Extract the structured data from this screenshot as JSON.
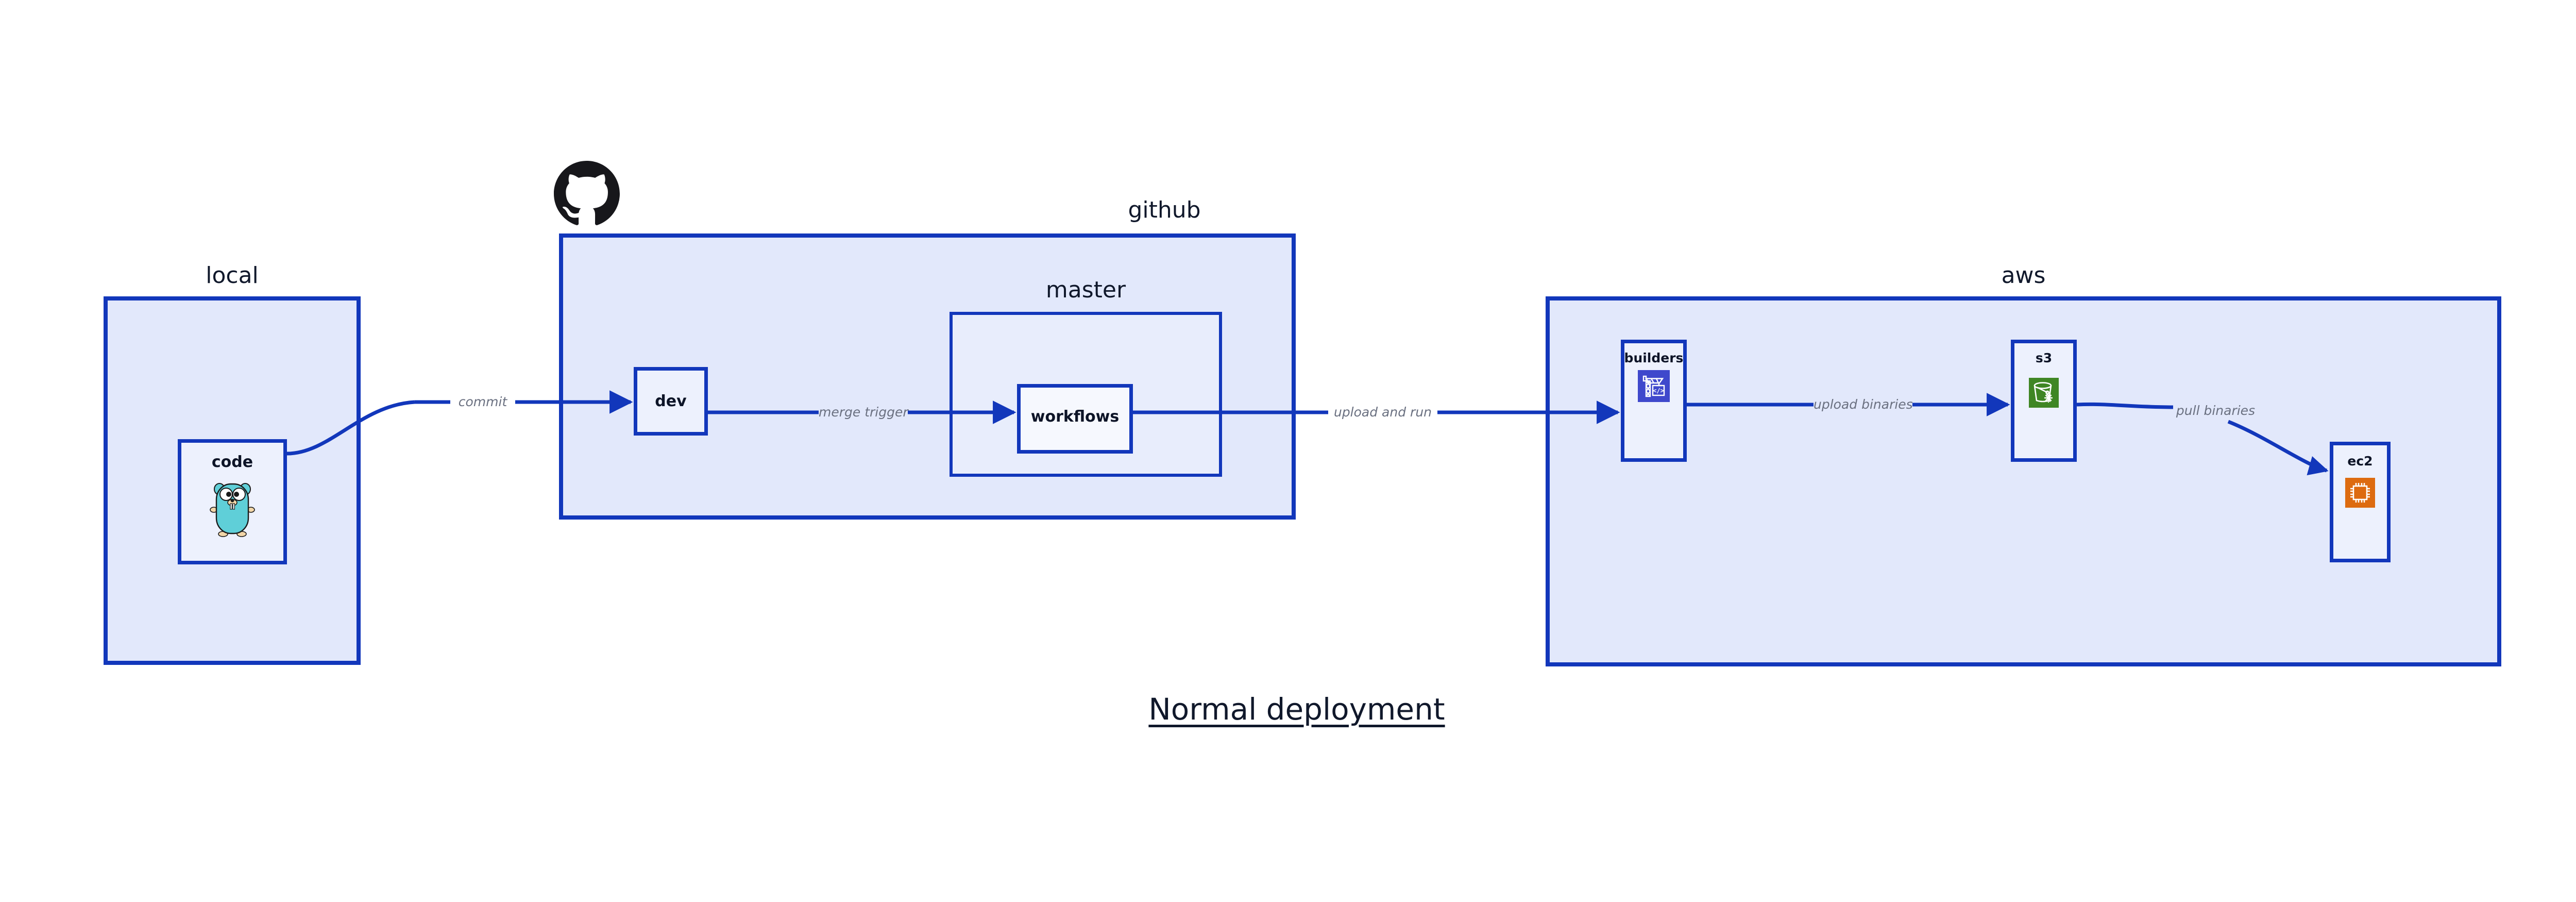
{
  "diagram": {
    "caption": "Normal deployment",
    "background": "#ffffff",
    "accent_color": "#1237bb",
    "group_fill": "#e2e8fb",
    "node_fill": "#edf1fd",
    "label_color": "#6a7080"
  },
  "groups": {
    "local": {
      "title": "local"
    },
    "github": {
      "title": "github"
    },
    "master": {
      "title": "master"
    },
    "aws": {
      "title": "aws"
    }
  },
  "nodes": {
    "code": {
      "label": "code",
      "icon": "go-gopher-icon"
    },
    "dev": {
      "label": "dev",
      "icon": null
    },
    "workflows": {
      "label": "workflows",
      "icon": null
    },
    "builders": {
      "label": "builders",
      "icon": "aws-codebuild-crane-icon",
      "icon_color": "#3f48cc"
    },
    "s3": {
      "label": "s3",
      "icon": "aws-s3-glacier-bucket-icon",
      "icon_color": "#3f8624"
    },
    "ec2": {
      "label": "ec2",
      "icon": "aws-ec2-chip-icon",
      "icon_color": "#dd6b10"
    }
  },
  "logos": {
    "github": {
      "name": "github-octocat-logo",
      "color": "#17171b"
    }
  },
  "edges": [
    {
      "id": "commit",
      "label": "commit",
      "from": "code",
      "to": "dev"
    },
    {
      "id": "merge-trigger",
      "label": "merge trigger",
      "from": "dev",
      "to": "workflows"
    },
    {
      "id": "upload-and-run",
      "label": "upload and run",
      "from": "workflows",
      "to": "builders"
    },
    {
      "id": "upload-binaries",
      "label": "upload binaries",
      "from": "builders",
      "to": "s3"
    },
    {
      "id": "pull-binaries",
      "label": "pull binaries",
      "from": "s3",
      "to": "ec2"
    }
  ]
}
